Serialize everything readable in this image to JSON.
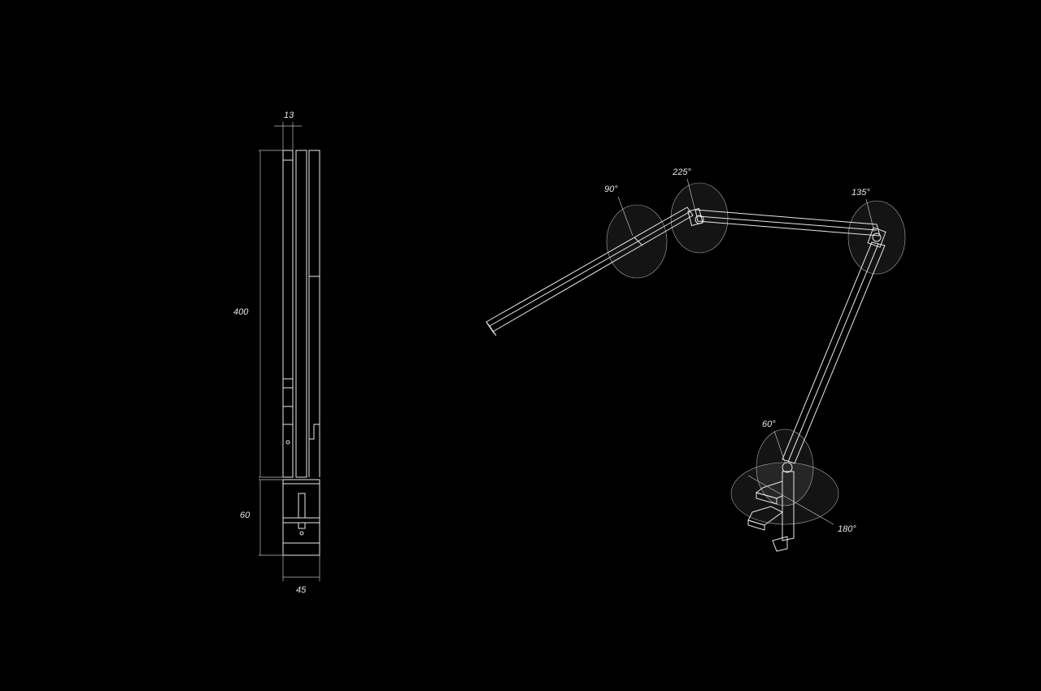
{
  "side_view": {
    "dimensions": {
      "width_top": "13",
      "height_arm": "400",
      "height_base": "60",
      "width_base": "45"
    }
  },
  "perspective_view": {
    "angles": {
      "joint_head": "90°",
      "joint_elbow": "225°",
      "joint_shoulder": "135°",
      "joint_base": "60°",
      "rotation_base": "180°"
    }
  },
  "colors": {
    "background": "#000000",
    "line": "#e8e8e8"
  }
}
